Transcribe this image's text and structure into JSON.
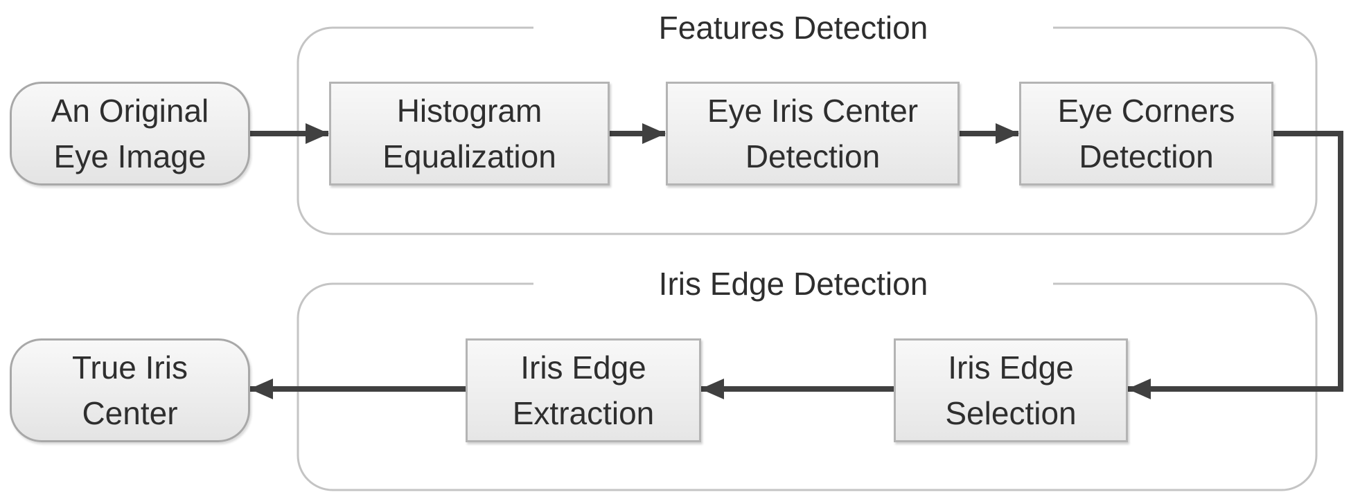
{
  "diagram": {
    "groups": {
      "features_detection": {
        "title": "Features Detection"
      },
      "iris_edge_detection": {
        "title": "Iris Edge Detection"
      }
    },
    "nodes": {
      "original_image": {
        "line1": "An Original",
        "line2": "Eye Image"
      },
      "histogram": {
        "line1": "Histogram",
        "line2": "Equalization"
      },
      "iris_center": {
        "line1": "Eye Iris Center",
        "line2": "Detection"
      },
      "eye_corners": {
        "line1": "Eye Corners",
        "line2": "Detection"
      },
      "edge_selection": {
        "line1": "Iris Edge",
        "line2": "Selection"
      },
      "edge_extraction": {
        "line1": "Iris Edge",
        "line2": "Extraction"
      },
      "true_center": {
        "line1": "True Iris",
        "line2": "Center"
      }
    },
    "edges": [
      {
        "from": "original_image",
        "to": "histogram"
      },
      {
        "from": "histogram",
        "to": "iris_center"
      },
      {
        "from": "iris_center",
        "to": "eye_corners"
      },
      {
        "from": "eye_corners",
        "to": "edge_selection"
      },
      {
        "from": "edge_selection",
        "to": "edge_extraction"
      },
      {
        "from": "edge_extraction",
        "to": "true_center"
      }
    ],
    "colors": {
      "arrow": "#404040",
      "group_border": "#c4c4c4",
      "box_border": "#b4b4b4",
      "text": "#2e2e2e"
    }
  }
}
